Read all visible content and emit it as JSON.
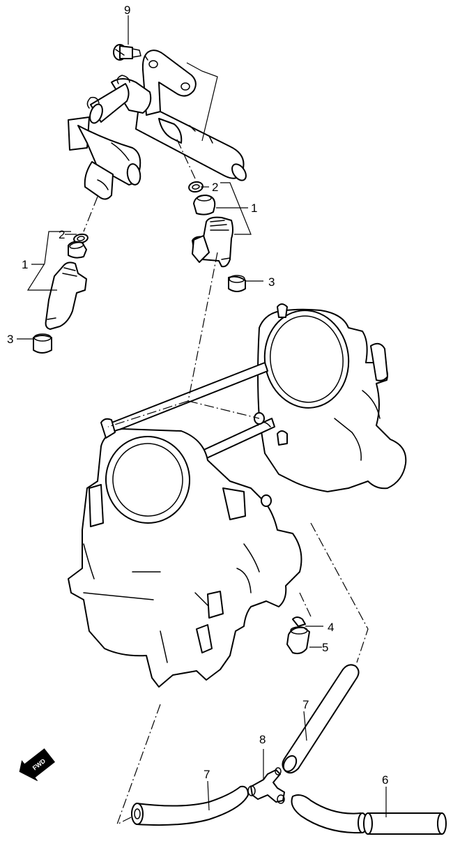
{
  "callouts": {
    "c9": "9",
    "c2_right": "2",
    "c1_right": "1",
    "c3_right": "3",
    "c2_left": "2",
    "c1_left": "1",
    "c3_left": "3",
    "c4": "4",
    "c5": "5",
    "c7_right": "7",
    "c8": "8",
    "c7_left": "7",
    "c6": "6"
  },
  "fwd_badge": "FWD"
}
